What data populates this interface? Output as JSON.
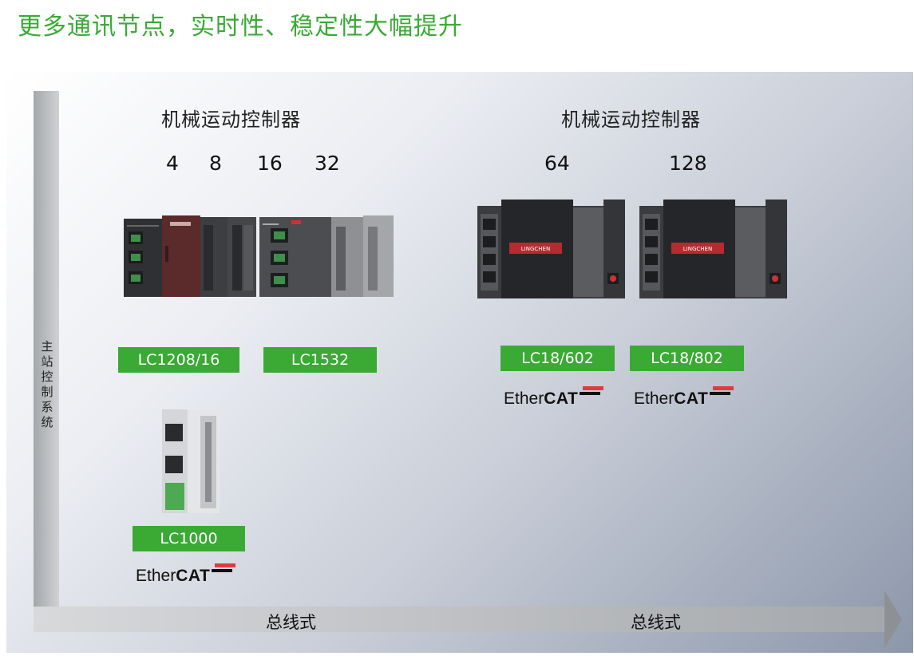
{
  "headline": "更多通讯节点，实时性、稳定性大幅提升",
  "y_axis_label": "主站控制系统",
  "x_axis_labels": [
    "总线式",
    "总线式"
  ],
  "groups": [
    {
      "title": "机械运动控制器",
      "axis_counts": [
        "4",
        "8",
        "16",
        "32"
      ]
    },
    {
      "title": "机械运动控制器",
      "axis_counts": [
        "64",
        "128"
      ]
    }
  ],
  "products": [
    {
      "model": "LC1208/16"
    },
    {
      "model": "LC1532"
    },
    {
      "model": "LC18/602",
      "bus": {
        "thin": "Ether",
        "bold": "CAT"
      }
    },
    {
      "model": "LC18/802",
      "bus": {
        "thin": "Ether",
        "bold": "CAT"
      }
    },
    {
      "model": "LC1000",
      "bus": {
        "thin": "Ether",
        "bold": "CAT"
      }
    }
  ],
  "device_labels": {
    "brand": "LINGCHEN"
  },
  "colors": {
    "accent_green": "#3aaa35",
    "ethercat_red": "#e03a3e"
  }
}
